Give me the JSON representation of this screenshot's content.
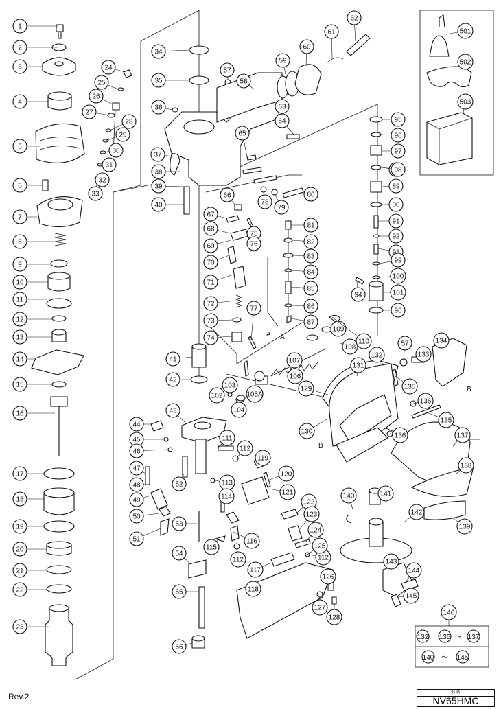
{
  "revision": "Rev.2",
  "model": {
    "header": "形 名",
    "name": "NV65HMC"
  },
  "kit": {
    "row1": [
      "132",
      "135",
      "137"
    ],
    "row2": [
      "140",
      "145"
    ],
    "sep": "～"
  },
  "letters": [
    "A",
    "A",
    "B",
    "B"
  ],
  "callouts": [
    "1",
    "2",
    "3",
    "4",
    "5",
    "6",
    "7",
    "8",
    "9",
    "10",
    "11",
    "12",
    "13",
    "14",
    "15",
    "16",
    "17",
    "18",
    "19",
    "20",
    "21",
    "22",
    "23",
    "24",
    "25",
    "26",
    "27",
    "28",
    "29",
    "30",
    "31",
    "32",
    "33",
    "34",
    "35",
    "36",
    "37",
    "38",
    "39",
    "40",
    "41",
    "42",
    "43",
    "44",
    "45",
    "46",
    "47",
    "48",
    "49",
    "50",
    "51",
    "52",
    "53",
    "54",
    "55",
    "56",
    "57",
    "57",
    "58",
    "59",
    "60",
    "61",
    "62",
    "63",
    "64",
    "65",
    "66",
    "67",
    "68",
    "69",
    "70",
    "71",
    "72",
    "73",
    "74",
    "75",
    "76",
    "77",
    "78",
    "79",
    "80",
    "81",
    "82",
    "83",
    "84",
    "85",
    "86",
    "87",
    "88",
    "89",
    "90",
    "91",
    "92",
    "93",
    "94",
    "95",
    "96",
    "96",
    "97",
    "98",
    "99",
    "100",
    "101",
    "102",
    "103",
    "104",
    "105A",
    "106",
    "107",
    "108",
    "109",
    "110",
    "111",
    "112",
    "112",
    "112",
    "113",
    "114",
    "115",
    "116",
    "117",
    "118",
    "119",
    "120",
    "121",
    "122",
    "123",
    "124",
    "125",
    "126",
    "127",
    "128",
    "129",
    "130",
    "131",
    "132",
    "133",
    "134",
    "135",
    "135",
    "136",
    "136",
    "137",
    "138",
    "139",
    "140",
    "141",
    "142",
    "143",
    "144",
    "145",
    "146",
    "501",
    "502",
    "503"
  ]
}
